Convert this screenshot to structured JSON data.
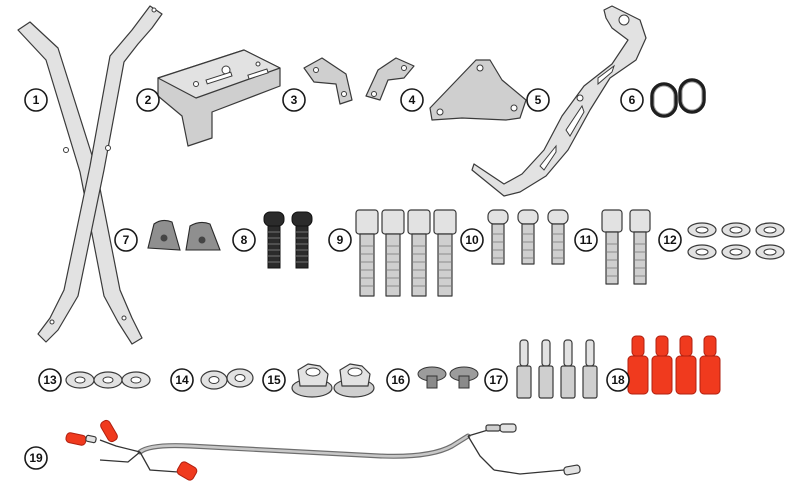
{
  "parts": [
    {
      "label": "1"
    },
    {
      "label": "2"
    },
    {
      "label": "3"
    },
    {
      "label": "4"
    },
    {
      "label": "5"
    },
    {
      "label": "6"
    },
    {
      "label": "7"
    },
    {
      "label": "8"
    },
    {
      "label": "9"
    },
    {
      "label": "10"
    },
    {
      "label": "11"
    },
    {
      "label": "12"
    },
    {
      "label": "13"
    },
    {
      "label": "14"
    },
    {
      "label": "15"
    },
    {
      "label": "16"
    },
    {
      "label": "17"
    },
    {
      "label": "18"
    },
    {
      "label": "19"
    }
  ],
  "colors": {
    "metal": "#cfcfcf",
    "bolt_black": "#2b2b2b",
    "connector_red": "#f03a1e",
    "outline": "#3a3a3a"
  }
}
